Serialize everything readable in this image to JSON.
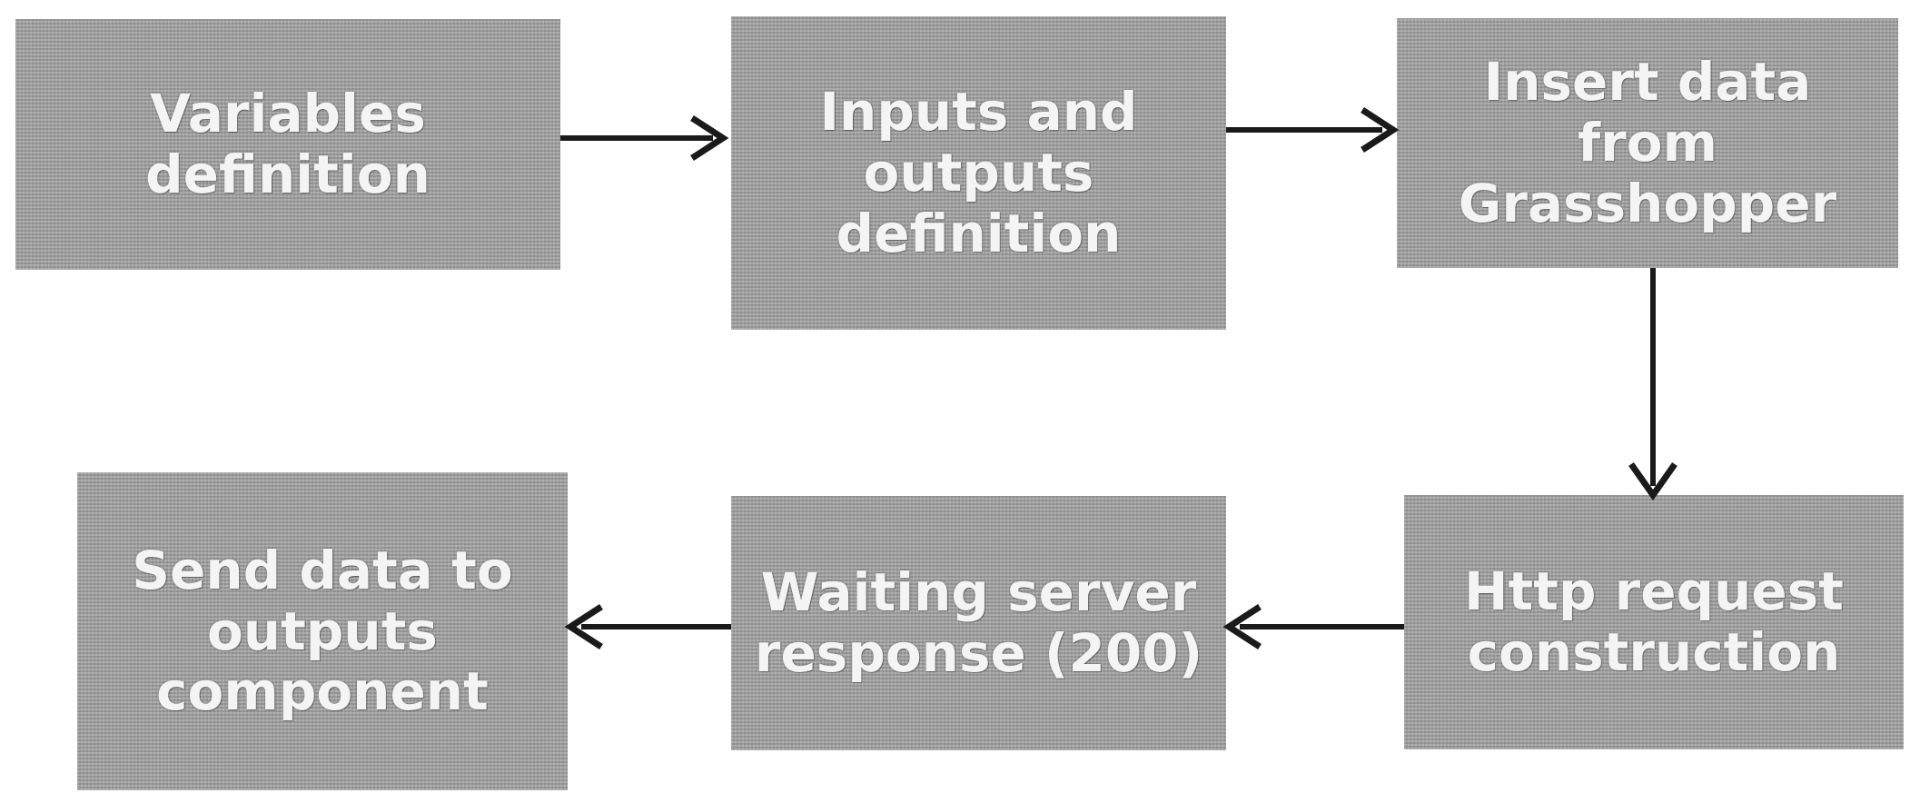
{
  "diagram": {
    "nodes": [
      {
        "id": "b1",
        "label": "Variables\ndefinition"
      },
      {
        "id": "b2",
        "label": "Inputs and\noutputs\ndefinition"
      },
      {
        "id": "b3",
        "label": "Insert data from\nGrasshopper"
      },
      {
        "id": "b4",
        "label": "Http request\nconstruction"
      },
      {
        "id": "b5",
        "label": "Waiting server\nresponse (200)"
      },
      {
        "id": "b6",
        "label": "Send data to\noutputs\ncomponent"
      }
    ],
    "edges": [
      {
        "from": "b1",
        "to": "b2"
      },
      {
        "from": "b2",
        "to": "b3"
      },
      {
        "from": "b3",
        "to": "b4"
      },
      {
        "from": "b4",
        "to": "b5"
      },
      {
        "from": "b5",
        "to": "b6"
      }
    ],
    "colors": {
      "box_fill": "#a3a3a3",
      "box_text": "#f4f4f4",
      "arrow": "#1a1a1a",
      "background": "#ffffff"
    }
  }
}
